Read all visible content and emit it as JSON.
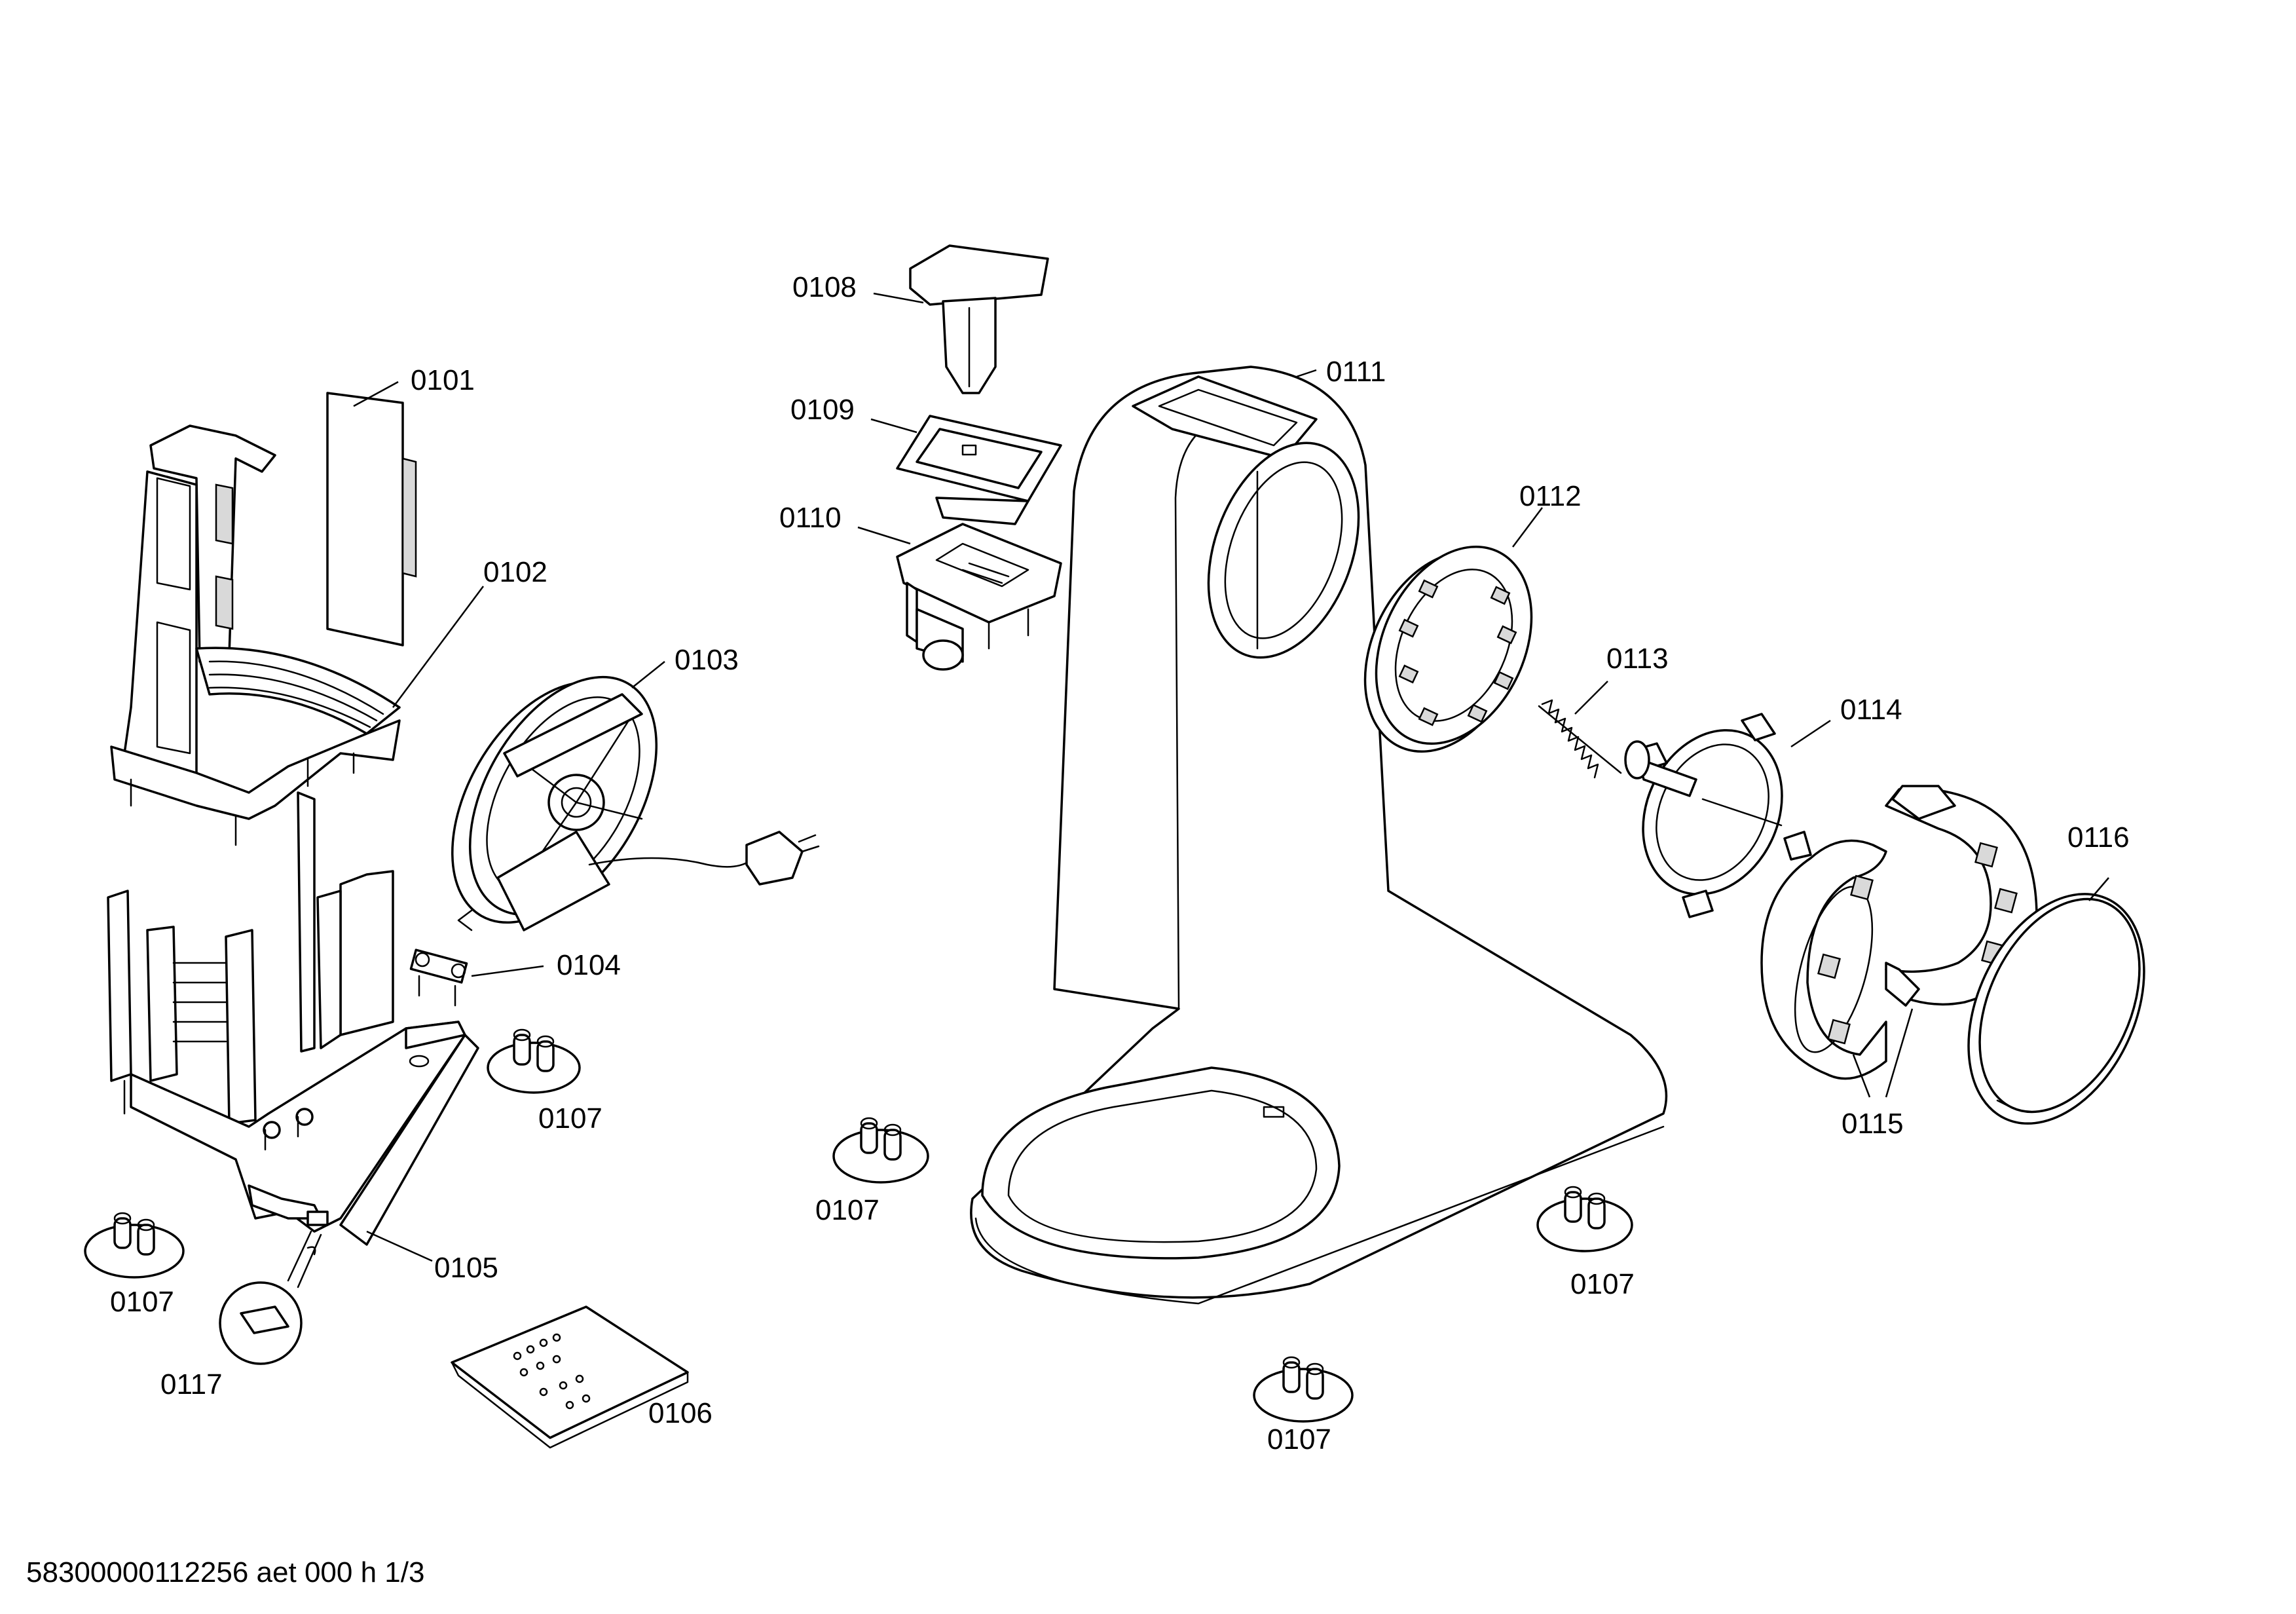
{
  "diagram": {
    "footer": "58300000112256 aet 000 h 1/3",
    "callouts": {
      "c0101": "0101",
      "c0102": "0102",
      "c0103": "0103",
      "c0104": "0104",
      "c0105": "0105",
      "c0106": "0106",
      "c0107": "0107",
      "c0108": "0108",
      "c0109": "0109",
      "c0110": "0110",
      "c0111": "0111",
      "c0112": "0112",
      "c0113": "0113",
      "c0114": "0114",
      "c0115": "0115",
      "c0116": "0116",
      "c0117": "0117"
    }
  }
}
